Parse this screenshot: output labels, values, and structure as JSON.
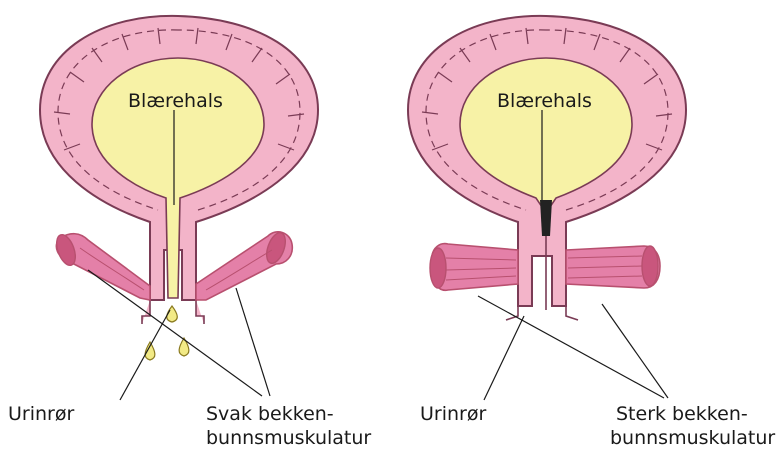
{
  "colors": {
    "bladder_wall": "#f3b4c9",
    "bladder_outline": "#7a3b55",
    "bladder_inner": "#f7f2a6",
    "muscle": "#e480a8",
    "muscle_dark": "#b8506f",
    "urine": "#f2ea86",
    "closed_neck": "#222222"
  },
  "left": {
    "neck_label": "Blærehals",
    "urethra_label": "Urinrør",
    "muscle_label_line1": "Svak bekken-",
    "muscle_label_line2": "bunnsmuskulatur"
  },
  "right": {
    "neck_label": "Blærehals",
    "urethra_label": "Urinrør",
    "muscle_label_line1": "Sterk bekken-",
    "muscle_label_line2": "bunnsmuskulatur"
  }
}
